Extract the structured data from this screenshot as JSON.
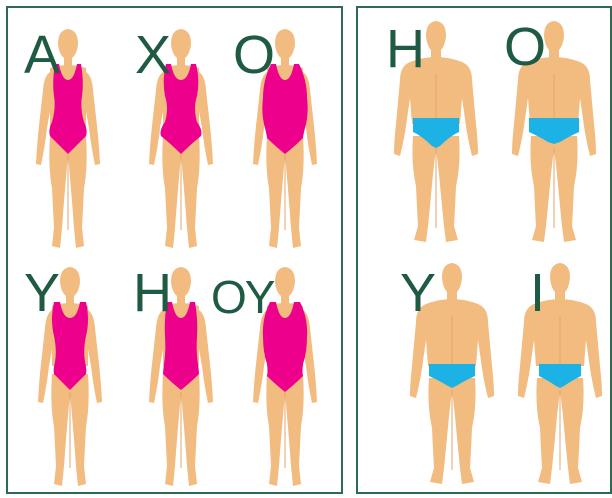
{
  "colors": {
    "border": "#2b6b53",
    "letters": "#1f5a43",
    "skin": "#f2bb7f",
    "female_swimsuit": "#ec008c",
    "male_swimwear": "#1cb2e6"
  },
  "female": {
    "types": [
      {
        "label": "A"
      },
      {
        "label": "X"
      },
      {
        "label": "O"
      },
      {
        "label": "Y"
      },
      {
        "label": "H"
      },
      {
        "label": "OY"
      }
    ]
  },
  "male": {
    "types": [
      {
        "label": "H"
      },
      {
        "label": "O"
      },
      {
        "label": "Y"
      },
      {
        "label": "I"
      }
    ]
  }
}
